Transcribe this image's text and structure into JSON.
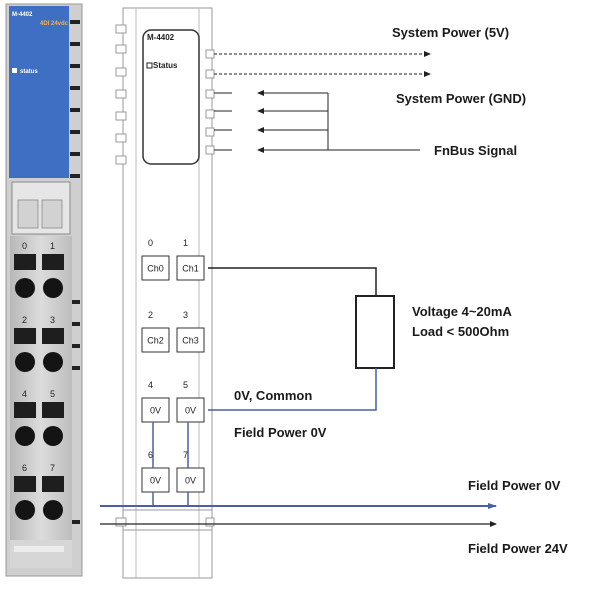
{
  "module_photo": {
    "model": "M-4402",
    "desc": "4DI 24vdc",
    "status_label": "status",
    "terminals": [
      "0",
      "1",
      "2",
      "3",
      "4",
      "5",
      "6",
      "7"
    ]
  },
  "schematic": {
    "model": "M-4402",
    "status_label": "Status",
    "channels": [
      {
        "number": "0",
        "label": "Ch0"
      },
      {
        "number": "1",
        "label": "Ch1"
      },
      {
        "number": "2",
        "label": "Ch2"
      },
      {
        "number": "3",
        "label": "Ch3"
      },
      {
        "number": "4",
        "label": "0V"
      },
      {
        "number": "5",
        "label": "0V"
      },
      {
        "number": "6",
        "label": "0V"
      },
      {
        "number": "7",
        "label": "0V"
      }
    ]
  },
  "labels": {
    "system_power_5v": "System Power (5V)",
    "system_power_gnd": "System Power (GND)",
    "fnbus_signal": "FnBus Signal",
    "load_line1": "Voltage 4~20mA",
    "load_line2": "Load < 500Ohm",
    "common": "0V, Common",
    "field_power_0v_label": "Field Power 0V",
    "field_power_0v_bus": "Field Power 0V",
    "field_power_24v_bus": "Field Power 24V"
  },
  "colors": {
    "module_blue": "#3f6fc2",
    "wire_blue": "#4a5fa8",
    "module_grey": "#c9c9c9"
  }
}
